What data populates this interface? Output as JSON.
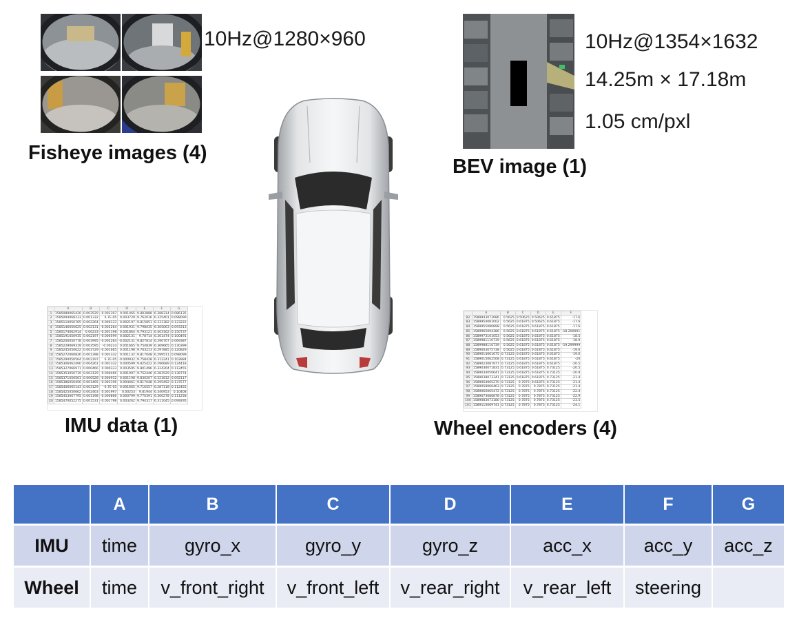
{
  "fisheye": {
    "spec": "10Hz@1280×960",
    "caption": "Fisheye images (4)"
  },
  "bev": {
    "spec_rate": "10Hz@1354×1632",
    "spec_area": "14.25m × 17.18m",
    "spec_resolution": "1.05 cm/pxl",
    "caption": "BEV image (1)"
  },
  "imu_preview": {
    "caption": "IMU data (1)",
    "columns": [
      "A",
      "B",
      "C",
      "D",
      "E",
      "F",
      "G"
    ],
    "rows": [
      [
        "1",
        "1585089065420",
        "0.003529",
        "-0.002397",
        "0.001465",
        "9.803888",
        "6.288314",
        "0.086135"
      ],
      [
        "2",
        "1585094068233",
        "0.001332",
        "6.7E-05",
        "0.003729",
        "9.762016",
        "6.325401",
        "0.098099"
      ],
      [
        "3",
        "1585110050765",
        "0.002264",
        "0.000133",
        "0.002197",
        "9.815851",
        "6.331382",
        "0.123222"
      ],
      [
        "4",
        "1585146050625",
        "0.002131",
        "-0.002264",
        "0.001931",
        "9.798035",
        "6.305063",
        "0.093313"
      ],
      [
        "5",
        "1585174062914",
        "0.00233",
        "-0.001198",
        "0.001864",
        "9.793121",
        "6.403162",
        "0.150737"
      ],
      [
        "6",
        "1585191050935",
        "0.002197",
        "-0.000599",
        "0.002131",
        "9.78714",
        "6.301474",
        "0.100491"
      ],
      [
        "7",
        "1585206050778",
        "0.003995",
        "-0.002264",
        "-0.002131",
        "9.827814",
        "6.290707",
        "0.069387"
      ],
      [
        "8",
        "1585229069319",
        "0.003595",
        "-0.00233",
        "0.001665",
        "9.754839",
        "6.369665",
        "0.130399"
      ],
      [
        "9",
        "1585245050622",
        "0.003729",
        "-0.001665",
        "0.001198",
        "9.763213",
        "6.297885",
        "0.120829"
      ],
      [
        "10",
        "1585272060826",
        "0.001398",
        "0.001332",
        "0.001132",
        "9.817048",
        "6.299511",
        "0.098099"
      ],
      [
        "11",
        "1585290050564",
        "0.002197",
        "6.7E-05",
        "-0.000932",
        "9.758428",
        "6.312241",
        "0.102884"
      ],
      [
        "12",
        "1585306062490",
        "0.004261",
        "-0.001332",
        "0.000599",
        "9.825422",
        "6.296689",
        "0.124418"
      ],
      [
        "13",
        "1585327066971",
        "0.000466",
        "0.000333",
        "0.003595",
        "9.801496",
        "6.324204",
        "0.112455"
      ],
      [
        "14",
        "1585353050719",
        "0.003129",
        "0.000466",
        "0.001997",
        "9.752446",
        "6.283529",
        "0.138774"
      ],
      [
        "15",
        "1585371050561",
        "0.000528",
        "-0.000932",
        "0.001198",
        "9.830207",
        "6.321812",
        "0.092117"
      ],
      [
        "16",
        "1585386050456",
        "0.001465",
        "-0.003196",
        "0.004461",
        "9.817048",
        "6.295492",
        "0.137577"
      ],
      [
        "17",
        "1585406065143",
        "0.003129",
        "-6.7E-05",
        "0.001665",
        "9.716557",
        "6.287118",
        "0.112455"
      ],
      [
        "18",
        "1585425050662",
        "0.002463",
        "0.001997",
        "0.00253",
        "9.81944",
        "6.340953",
        "0.10408"
      ],
      [
        "19",
        "1585453067795",
        "0.001198",
        "-0.000866",
        "0.000799",
        "9.770391",
        "6.300278",
        "0.111258"
      ],
      [
        "20",
        "1585470052275",
        "0.001531",
        "-0.001798",
        "0.003262",
        "9.794317",
        "6.311045",
        "0.099295"
      ]
    ]
  },
  "wheel_preview": {
    "caption": "Wheel encoders (4)",
    "columns": [
      "A",
      "B",
      "C",
      "D",
      "E",
      "F"
    ],
    "rows": [
      [
        "82",
        "1589943073086",
        "0.5625",
        "0.50625",
        "0.50625",
        "0.61875",
        "-17.6"
      ],
      [
        "83",
        "1589954081002",
        "0.5625",
        "0.61875",
        "0.50625",
        "0.61875",
        "-17.6"
      ],
      [
        "84",
        "1589955080898",
        "0.5625",
        "0.61875",
        "0.61875",
        "0.61875",
        "-17.6"
      ],
      [
        "85",
        "1589965094386",
        "0.5625",
        "0.61875",
        "0.61875",
        "0.61875",
        "-18.200001"
      ],
      [
        "86",
        "1589973101053",
        "0.5625",
        "0.61875",
        "0.61875",
        "0.61875",
        "-18.5"
      ],
      [
        "87",
        "1589981110739",
        "0.5625",
        "0.61875",
        "0.61875",
        "0.61875",
        "-18.9"
      ],
      [
        "88",
        "1589988110739",
        "0.5625",
        "0.61875",
        "0.61875",
        "0.61875",
        "-19.299999"
      ],
      [
        "89",
        "1589003075738",
        "0.5625",
        "0.61875",
        "0.61875",
        "0.61875",
        "-19.6"
      ],
      [
        "90",
        "1589014061675",
        "0.73125",
        "0.61875",
        "0.61875",
        "0.61875",
        "-19.6"
      ],
      [
        "91",
        "1589015062508",
        "0.73125",
        "0.61875",
        "0.61875",
        "0.61875",
        "-20"
      ],
      [
        "92",
        "1589023087977",
        "0.73125",
        "0.61875",
        "0.61875",
        "0.61875",
        "-20.5"
      ],
      [
        "93",
        "1589030071831",
        "0.73125",
        "0.61875",
        "0.61875",
        "0.73125",
        "-20.5"
      ],
      [
        "94",
        "1589034050641",
        "0.73125",
        "0.61875",
        "0.61875",
        "0.73125",
        "-20.9"
      ],
      [
        "95",
        "1589038073341",
        "0.73125",
        "0.61875",
        "0.61875",
        "0.73125",
        "-21.4"
      ],
      [
        "96",
        "1589054065270",
        "0.73125",
        "0.7875",
        "0.61875",
        "0.73125",
        "-21.4"
      ],
      [
        "97",
        "1589058066463",
        "0.73125",
        "0.7875",
        "0.7875",
        "0.73125",
        "-21.4"
      ],
      [
        "98",
        "1589066065472",
        "0.73125",
        "0.7875",
        "0.7875",
        "0.73125",
        "-22.4"
      ],
      [
        "99",
        "1589073086878",
        "0.73125",
        "0.7875",
        "0.7875",
        "0.73125",
        "-22.9"
      ],
      [
        "100",
        "1589083073180",
        "0.73125",
        "0.7875",
        "0.7875",
        "0.73125",
        "-23.5"
      ],
      [
        "101",
        "1589110069741",
        "0.73125",
        "0.7875",
        "0.7875",
        "0.73125",
        "-24.1"
      ]
    ]
  },
  "signal_table": {
    "header": [
      "",
      "A",
      "B",
      "C",
      "D",
      "E",
      "F",
      "G"
    ],
    "rows": [
      {
        "label": "IMU",
        "cells": [
          "time",
          "gyro_x",
          "gyro_y",
          "gyro_z",
          "acc_x",
          "acc_y",
          "acc_z"
        ]
      },
      {
        "label": "Wheel",
        "cells": [
          "time",
          "v_front_right",
          "v_front_left",
          "v_rear_right",
          "v_rear_left",
          "steering",
          ""
        ]
      }
    ]
  }
}
